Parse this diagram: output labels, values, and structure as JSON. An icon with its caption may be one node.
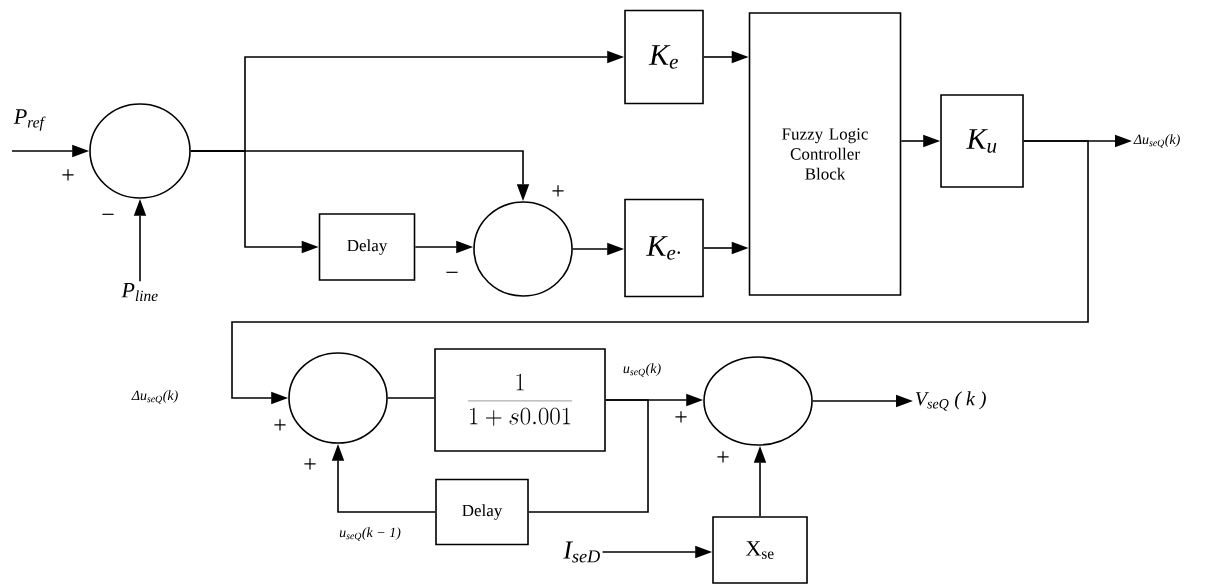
{
  "diagram": {
    "nodes": [
      {
        "text": [],
        "shape": "circle"
      },
      {
        "text": [
          "P$_{ref}$"
        ]
      },
      {
        "text": [
          "P$_{line}$"
        ]
      },
      {
        "text": [
          "K$_{e}$"
        ]
      },
      {
        "text": [
          "Delay"
        ]
      },
      {
        "text": [],
        "shape": "circle"
      },
      {
        "text": [
          "K$_{e·}$"
        ]
      },
      {
        "text": [
          "Fuzzy Logic Controller Block"
        ]
      },
      {
        "text": [
          "K$_{u}$"
        ]
      },
      {
        "text": [
          "Δu$_{seQ}$(k)"
        ]
      },
      {
        "text": [],
        "shape": "circle"
      },
      {
        "text": [
          "\\frac{1}{1+s0.001}"
        ]
      },
      {
        "text": [
          "Delay"
        ]
      },
      {
        "text": [],
        "shape": "circle"
      },
      {
        "text": [
          "V$_{seQ}$ ( k )"
        ]
      },
      {
        "text": [
          "X$_{se}$"
        ]
      },
      {
        "text": [
          "I$_{seD}$"
        ]
      }
    ],
    "edges": [
      {
        "from": 1,
        "to": 0,
        "arrow": "to"
      },
      {
        "from": 2,
        "to": 0,
        "arrow": "to"
      },
      {
        "from": 0,
        "to": 3,
        "arrow": "to"
      },
      {
        "from": 0,
        "to": 4,
        "arrow": "to"
      },
      {
        "from": 0,
        "to": 5,
        "arrow": "to"
      },
      {
        "from": 4,
        "to": 5,
        "arrow": "to"
      },
      {
        "from": 5,
        "to": 6,
        "arrow": "to"
      },
      {
        "from": 3,
        "to": 7,
        "arrow": "to"
      },
      {
        "from": 6,
        "to": 7,
        "arrow": "to"
      },
      {
        "from": 7,
        "to": 8,
        "arrow": "to"
      },
      {
        "from": 8,
        "to": 9,
        "arrow": "to"
      },
      {
        "from": 8,
        "to": 10,
        "arrow": "to"
      },
      {
        "from": 10,
        "to": 11,
        "arrow": "none"
      },
      {
        "from": 11,
        "to": 13,
        "arrow": "to"
      },
      {
        "from": 11,
        "to": 12,
        "arrow": "none"
      },
      {
        "from": 12,
        "to": 10,
        "arrow": "to"
      },
      {
        "from": 13,
        "to": 14,
        "arrow": "to"
      },
      {
        "from": 16,
        "to": 15,
        "arrow": "to"
      },
      {
        "from": 15,
        "to": 13,
        "arrow": "to"
      }
    ],
    "labels": [
      "+",
      "−",
      "+",
      "−",
      "u$_{seQ}$(k)",
      "Δu$_{seQ}$(k)",
      "+",
      "+",
      "+",
      "+",
      "u$_{seQ}$(k − 1)"
    ]
  }
}
